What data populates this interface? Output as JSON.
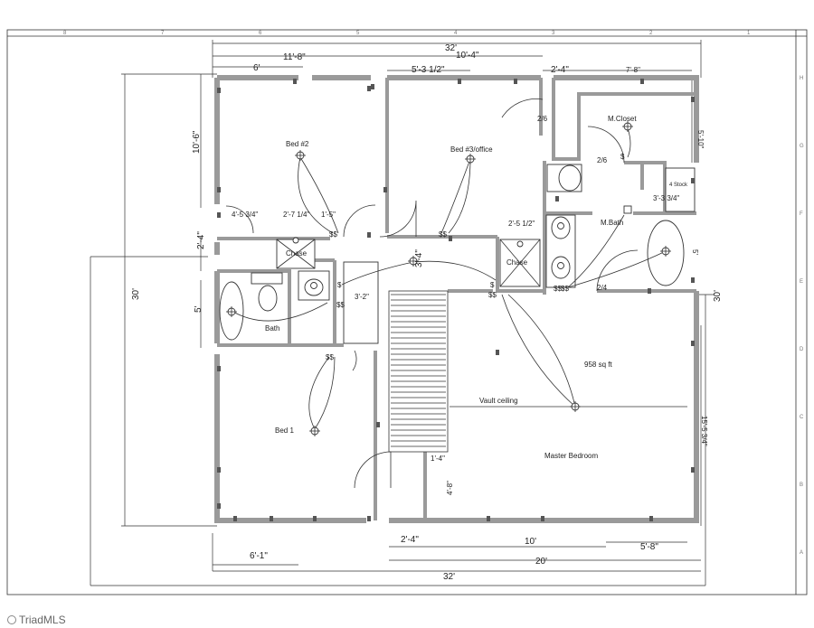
{
  "rooms": {
    "bed2": "Bed #2",
    "bed3": "Bed #3/office",
    "mcloset": "M.Closet",
    "mbath": "M.Bath",
    "stock": "4 Stock",
    "chase_left": "Chase",
    "chase_right": "Chase",
    "bath": "Bath",
    "bed1": "Bed 1",
    "master": "Master Bedroom",
    "area": "958 sq ft",
    "vault": "Vault ceiling"
  },
  "dimensions": {
    "overall_top": "32'",
    "overall_bottom": "32'",
    "left_total": "30'",
    "right_total": "30'",
    "d_11_8": "11'-8\"",
    "d_6": "6'",
    "d_10_4": "10'-4\"",
    "d_5_3": "5'-3 1/2\"",
    "d_2_4_top": "2'-4\"",
    "d_7_8": "7'-8\"",
    "d_10_6": "10'-6\"",
    "d_2_4_left": "2'-4\"",
    "d_5_left": "5'",
    "d_4_5": "4'-5 3/4\"",
    "d_2_7": "2'-7 1/4\"",
    "d_1_5": "1'-5\"",
    "d_3_4": "3'-4\"",
    "d_3_2": "3'-2\"",
    "d_2_6a": "2/6",
    "d_2_6b": "2/6",
    "d_2_5": "2'-5 1/2\"",
    "d_3_3": "3'-3 3/4\"",
    "d_5_10": "5'-10\"",
    "d_5_right": "5'",
    "d_2_4_door": "2/4",
    "d_15_5": "15'-5 3/4\"",
    "d_1_4": "1'-4\"",
    "d_4_8": "4'-8\"",
    "d_6_1": "6'-1\"",
    "d_2_4_bot": "2'-4\"",
    "d_10": "10'",
    "d_5_8": "5'-8\"",
    "d_20": "20'"
  },
  "grid_top": [
    "8",
    "7",
    "6",
    "5",
    "4",
    "3",
    "2",
    "1"
  ],
  "grid_right": [
    "H",
    "G",
    "F",
    "E",
    "D",
    "C",
    "B",
    "A"
  ],
  "watermark": "TriadMLS",
  "colors": {
    "wall": "#9a9a9a",
    "line": "#333333",
    "background": "#ffffff"
  }
}
